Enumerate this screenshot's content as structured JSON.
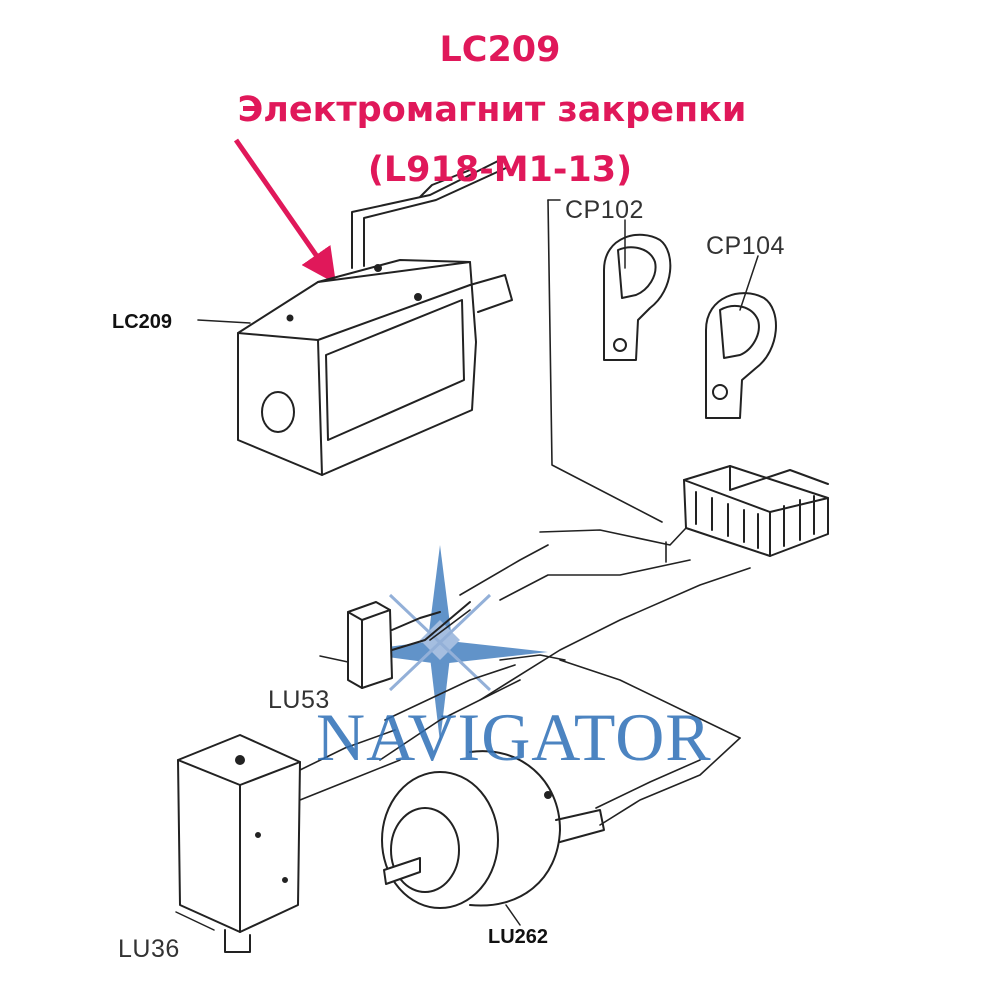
{
  "heading": {
    "code": "LC209",
    "description": "Электромагнит закрепки",
    "part_number": "(L918-M1-13)"
  },
  "labels": {
    "lc209": "LC209",
    "cp102": "CP102",
    "cp104": "CP104",
    "lu53": "LU53",
    "lu36": "LU36",
    "lu262": "LU262"
  },
  "watermark": "NAVIGATOR",
  "colors": {
    "accent": "#e0185a",
    "watermark": "#2d6fb7",
    "line": "#222222"
  }
}
